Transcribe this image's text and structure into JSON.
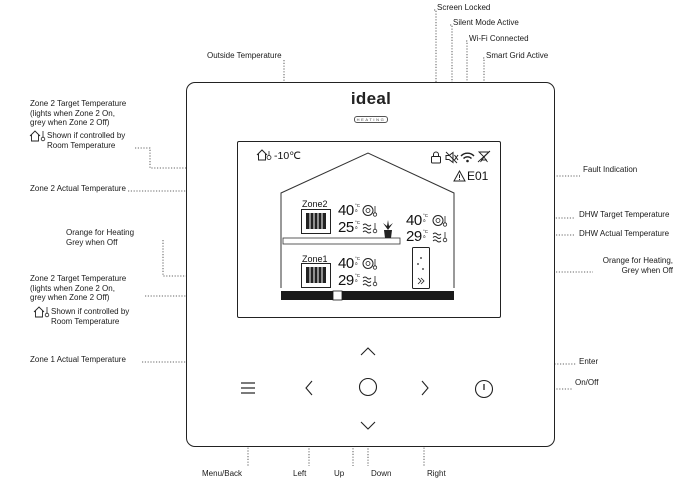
{
  "brand": {
    "name": "ideal",
    "sub": "HEATING"
  },
  "screen": {
    "outside_temp": "-10℃",
    "fault_code": "E01",
    "zone2": {
      "label": "Zone2",
      "target": "40",
      "actual": "25"
    },
    "zone1": {
      "label": "Zone1",
      "target": "40",
      "actual": "29"
    },
    "dhw": {
      "target": "40",
      "actual": "29"
    },
    "unit_top": "°C",
    "unit_bottom": "ō"
  },
  "status_icons": [
    "lock-icon",
    "silent-mode-icon",
    "wifi-icon",
    "smart-grid-icon"
  ],
  "callouts": {
    "screen_locked": "Screen Locked",
    "silent_mode": "Silent Mode Active",
    "wifi": "Wi-Fi Connected",
    "smart_grid": "Smart Grid Active",
    "outside_temp": "Outside Temperature",
    "fault": "Fault Indication",
    "zone2_target": [
      "Zone 2 Target Temperature",
      "(lights when Zone 2 On,",
      "grey when Zone 2 Off)"
    ],
    "zone2_room": [
      "Shown if controlled by",
      "Room Temperature"
    ],
    "zone2_actual": "Zone 2 Actual Temperature",
    "orange_heating_left": [
      "Orange for Heating",
      "Grey when Off"
    ],
    "zone1_target": [
      "Zone 2 Target Temperature",
      "(lights when Zone 2 On,",
      "grey when Zone 2 Off)"
    ],
    "zone1_room": [
      "Shown if controlled by",
      "Room Temperature"
    ],
    "zone1_actual": "Zone 1 Actual Temperature",
    "dhw_target": "DHW Target Temperature",
    "dhw_actual": "DHW Actual Temperature",
    "orange_heating_right": [
      "Orange for Heating,",
      "Grey when Off"
    ],
    "enter": "Enter",
    "onoff": "On/Off"
  },
  "buttons": {
    "menu": "Menu/Back",
    "left": "Left",
    "up": "Up",
    "down": "Down",
    "right": "Right"
  }
}
